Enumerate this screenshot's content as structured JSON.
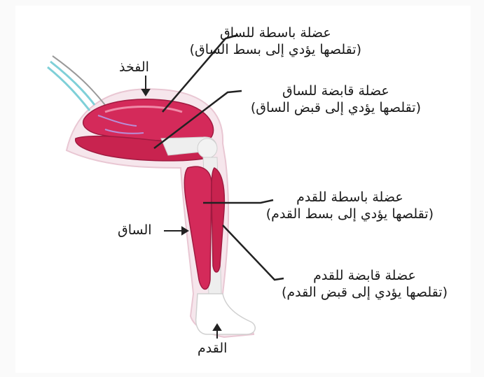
{
  "diagram": {
    "colors": {
      "muscle": "#d42a5a",
      "muscle_light": "#ef8aa8",
      "bone": "#efefef",
      "skin": "#f4dbe3",
      "line": "#222222"
    },
    "labels": {
      "thigh": "الفخذ",
      "shank": "الساق",
      "foot": "القدم",
      "leg_extensor": {
        "name": "عضلة باسطة للساق",
        "effect": "(تقلصها يؤدي إلى بسط الساق)"
      },
      "leg_flexor": {
        "name": "عضلة قابضة للساق",
        "effect": "(تقلصها يؤدي إلى قبض الساق)"
      },
      "foot_extensor": {
        "name": "عضلة باسطة للقدم",
        "effect": "(تقلصها يؤدي إلى بسط القدم)"
      },
      "foot_flexor": {
        "name": "عضلة قابضة للقدم",
        "effect": "(تقلصها يؤدي إلى قبض القدم)"
      }
    }
  }
}
